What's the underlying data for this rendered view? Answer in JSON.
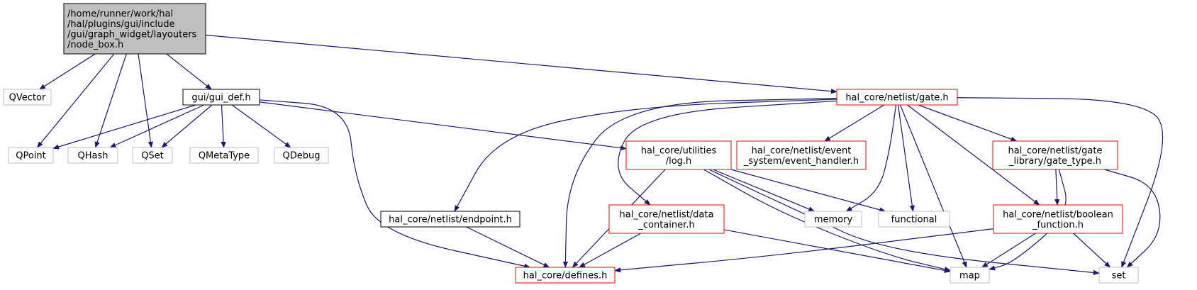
{
  "colors": {
    "edge": "#191970",
    "root_fill": "#bfbfbf",
    "root_stroke": "#000000",
    "red_stroke": "#ff0000",
    "gray_stroke": "#bfbfbf",
    "black_stroke": "#000000",
    "background": "#ffffff"
  },
  "nodes": {
    "node_box": {
      "style": "root",
      "lines": [
        "/home/runner/work/hal",
        "/hal/plugins/gui/include",
        "/gui/graph_widget/layouters",
        "/node_box.h"
      ]
    },
    "qvector": {
      "style": "gray",
      "lines": [
        "QVector"
      ]
    },
    "gui_def": {
      "style": "black",
      "lines": [
        "gui/gui_def.h"
      ]
    },
    "gate": {
      "style": "red",
      "lines": [
        "hal_core/netlist/gate.h"
      ]
    },
    "qpoint": {
      "style": "gray",
      "lines": [
        "QPoint"
      ]
    },
    "qhash": {
      "style": "gray",
      "lines": [
        "QHash"
      ]
    },
    "qset": {
      "style": "gray",
      "lines": [
        "QSet"
      ]
    },
    "qmetatype": {
      "style": "gray",
      "lines": [
        "QMetaType"
      ]
    },
    "qdebug": {
      "style": "gray",
      "lines": [
        "QDebug"
      ]
    },
    "log": {
      "style": "red",
      "lines": [
        "hal_core/utilities",
        "/log.h"
      ]
    },
    "event_handler": {
      "style": "red",
      "lines": [
        "hal_core/netlist/event",
        "_system/event_handler.h"
      ]
    },
    "gate_type": {
      "style": "red",
      "lines": [
        "hal_core/netlist/gate",
        "_library/gate_type.h"
      ]
    },
    "endpoint": {
      "style": "black",
      "lines": [
        "hal_core/netlist/endpoint.h"
      ]
    },
    "data_container": {
      "style": "red",
      "lines": [
        "hal_core/netlist/data",
        "_container.h"
      ]
    },
    "memory": {
      "style": "gray",
      "lines": [
        "memory"
      ]
    },
    "functional": {
      "style": "gray",
      "lines": [
        "functional"
      ]
    },
    "boolean_function": {
      "style": "red",
      "lines": [
        "hal_core/netlist/boolean",
        "_function.h"
      ]
    },
    "defines": {
      "style": "red",
      "lines": [
        "hal_core/defines.h"
      ]
    },
    "map": {
      "style": "gray",
      "lines": [
        "map"
      ]
    },
    "set": {
      "style": "gray",
      "lines": [
        "set"
      ]
    }
  }
}
